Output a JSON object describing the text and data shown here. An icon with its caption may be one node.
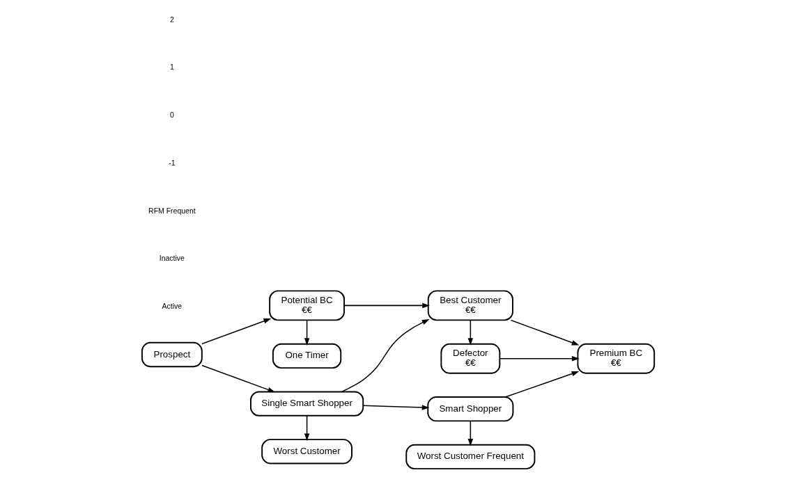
{
  "diagram": {
    "nodes": [
      {
        "text": [
          "Prospect"
        ]
      },
      {
        "text": [
          "Potential BC",
          "€€"
        ]
      },
      {
        "text": [
          "Single Smart Shopper"
        ]
      },
      {
        "text": [
          "One Timer"
        ]
      },
      {
        "text": [
          "Worst Customer"
        ]
      },
      {
        "text": [
          "Best Customer",
          "€€"
        ]
      },
      {
        "text": [
          "Smart Shopper"
        ]
      },
      {
        "text": [
          "Worst Customer Frequent"
        ]
      },
      {
        "text": [
          "Defector",
          "€€"
        ]
      },
      {
        "text": [
          "Premium BC",
          "€€"
        ]
      }
    ],
    "edges": [
      {
        "from": 0,
        "to": 1,
        "arrow": "to"
      },
      {
        "from": 0,
        "to": 2,
        "arrow": "to"
      },
      {
        "from": 1,
        "to": 3,
        "arrow": "to"
      },
      {
        "from": 1,
        "to": 5,
        "arrow": "to"
      },
      {
        "from": 2,
        "to": 5,
        "arrow": "to"
      },
      {
        "from": 2,
        "to": 6,
        "arrow": "to"
      },
      {
        "from": 2,
        "to": 4,
        "arrow": "to"
      },
      {
        "from": 6,
        "to": 7,
        "arrow": "to"
      },
      {
        "from": 5,
        "to": 9,
        "arrow": "to"
      },
      {
        "from": 6,
        "to": 9,
        "arrow": "to"
      },
      {
        "from": 5,
        "to": 8,
        "arrow": "to"
      },
      {
        "from": 8,
        "to": 9,
        "arrow": "to"
      }
    ],
    "labels": [
      "Active",
      "Inactive",
      "RFM Frequent",
      "-1",
      "0",
      "1",
      "2"
    ]
  }
}
